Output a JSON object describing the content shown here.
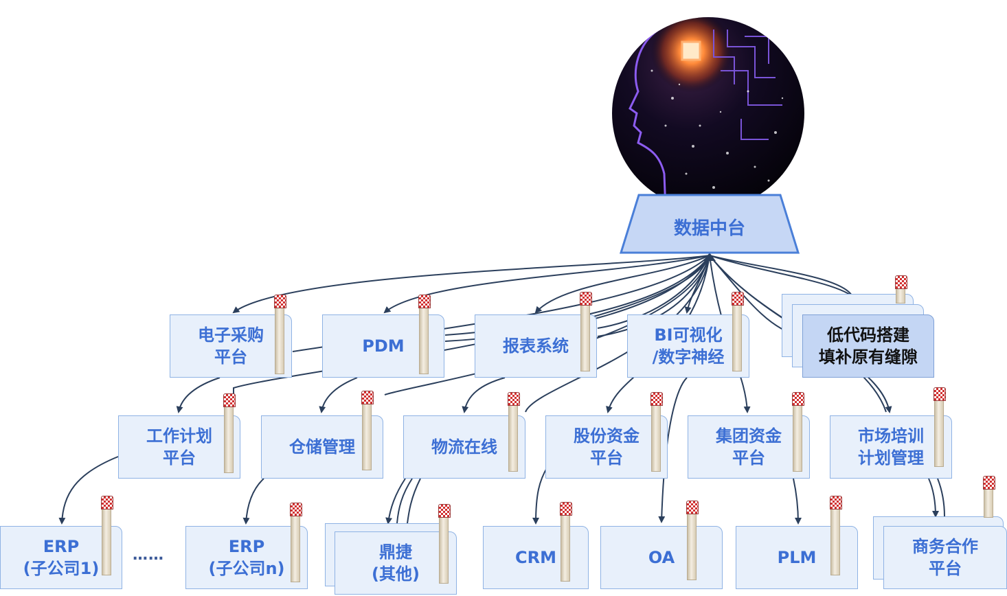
{
  "hub": {
    "label": "数据中台"
  },
  "nodes": {
    "ecommerce": "电子采购\n平台",
    "pdm": "PDM",
    "report": "报表系统",
    "bi": "BI可视化\n/数字神经",
    "lowcode": "低代码搭建\n填补原有缝隙",
    "workplan": "工作计划\n平台",
    "warehouse": "仓储管理",
    "logistics": "物流在线",
    "equity_fund": "股份资金\n平台",
    "group_fund": "集团资金\n平台",
    "market_train": "市场培训\n计划管理",
    "erp1": "ERP\n(子公司1)",
    "ellipsis": "……",
    "erpn": "ERP\n(子公司n)",
    "dingjie": "鼎捷\n(其他)",
    "crm": "CRM",
    "oa": "OA",
    "plm": "PLM",
    "business": "商务合作\n平台"
  },
  "colors": {
    "box_fill": "#e8f0fb",
    "box_border": "#8eb2e4",
    "label_blue": "#3c6fd4",
    "highlight_fill": "#c4d6f4",
    "connector": "#2b3f5c"
  },
  "icons": {
    "top": "ai-brain-icon",
    "pillar": "pillar-icon"
  }
}
